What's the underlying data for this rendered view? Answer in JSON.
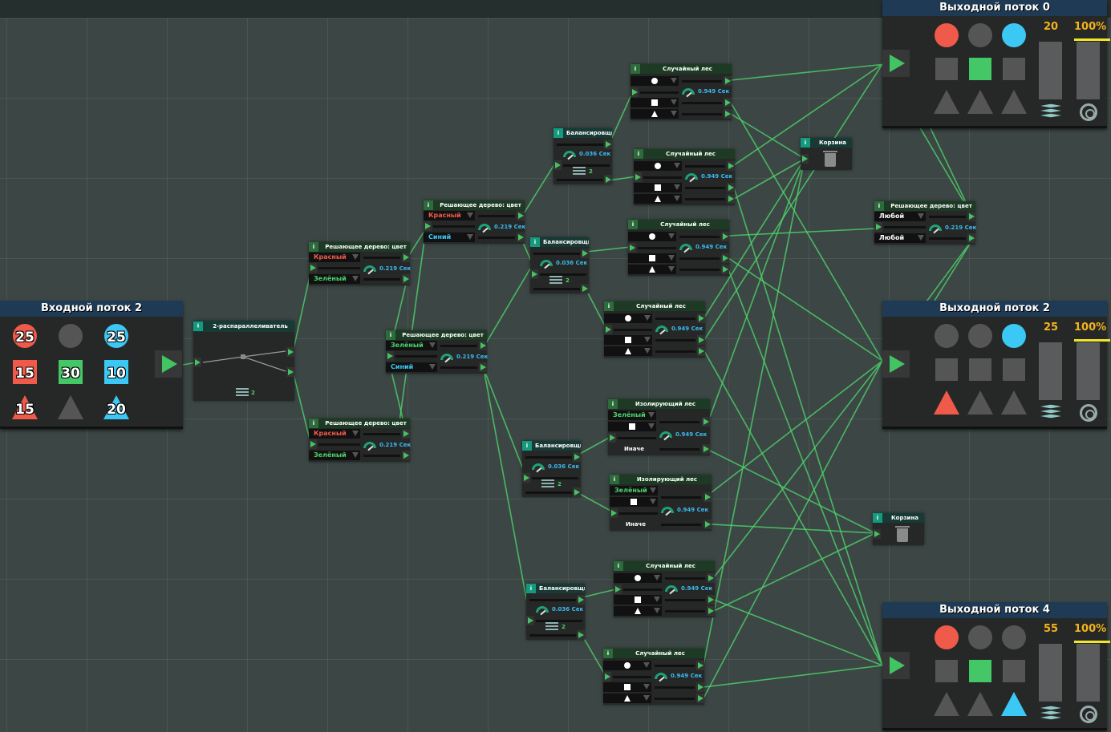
{
  "input_stream": {
    "title": "Входной поток 2",
    "grid": [
      {
        "shape": "circle",
        "color": "#f05a4a",
        "count": "25"
      },
      {
        "shape": "circle",
        "color": "#555555",
        "count": ""
      },
      {
        "shape": "circle",
        "color": "#3cc8f5",
        "count": "25"
      },
      {
        "shape": "square",
        "color": "#f05a4a",
        "count": "15"
      },
      {
        "shape": "square",
        "color": "#44c767",
        "count": "30"
      },
      {
        "shape": "square",
        "color": "#3cc8f5",
        "count": "10"
      },
      {
        "shape": "triangle",
        "color": "#f05a4a",
        "count": "15"
      },
      {
        "shape": "triangle",
        "color": "#555555",
        "count": ""
      },
      {
        "shape": "triangle",
        "color": "#3cc8f5",
        "count": "20"
      }
    ]
  },
  "parallelizer": {
    "title": "2-распараллеливатель",
    "count": "2"
  },
  "decision_trees": [
    {
      "title": "Решающее дерево: цвет",
      "out1": "Красный",
      "out1_color": "red",
      "out2": "Зелёный",
      "out2_color": "green",
      "time": "0.219 Сек"
    },
    {
      "title": "Решающее дерево: цвет",
      "out1": "Красный",
      "out1_color": "red",
      "out2": "Синий",
      "out2_color": "blue",
      "time": "0.219 Сек"
    },
    {
      "title": "Решающее дерево: цвет",
      "out1": "Зелёный",
      "out1_color": "green",
      "out2": "Синий",
      "out2_color": "blue",
      "time": "0.219 Сек"
    },
    {
      "title": "Решающее дерево: цвет",
      "out1": "Красный",
      "out1_color": "red",
      "out2": "Зелёный",
      "out2_color": "green",
      "time": "0.219 Сек"
    },
    {
      "title": "Решающее дерево: цвет",
      "out1": "Любой",
      "out1_color": "white",
      "out2": "Любой",
      "out2_color": "white",
      "time": "0.219 Сек"
    }
  ],
  "balancers": [
    {
      "title": "Балансировщик",
      "time": "0.036 Сек",
      "count": "2"
    },
    {
      "title": "Балансировщик",
      "time": "0.036 Сек",
      "count": "2"
    },
    {
      "title": "Балансировщик",
      "time": "0.036 Сек",
      "count": "2"
    },
    {
      "title": "Балансировщик",
      "time": "0.036 Сек",
      "count": "2"
    }
  ],
  "random_forests": [
    {
      "title": "Случайный лес",
      "time": "0.949 Сек"
    },
    {
      "title": "Случайный лес",
      "time": "0.949 Сек"
    },
    {
      "title": "Случайный лес",
      "time": "0.949 Сек"
    },
    {
      "title": "Случайный лес",
      "time": "0.949 Сек"
    },
    {
      "title": "Случайный лес",
      "time": "0.949 Сек"
    },
    {
      "title": "Случайный лес",
      "time": "0.949 Сек"
    }
  ],
  "isolation_forests": [
    {
      "title": "Изолирующий лес",
      "label": "Зелёный",
      "else": "Иначе",
      "time": "0.949 Сек"
    },
    {
      "title": "Изолирующий лес",
      "label": "Зелёный",
      "else": "Иначе",
      "time": "0.949 Сек"
    }
  ],
  "baskets": [
    {
      "title": "Корзина"
    },
    {
      "title": "Корзина"
    }
  ],
  "output_streams": [
    {
      "title": "Выходной поток 0",
      "count": "20",
      "percent": "100%",
      "grid": [
        "#f05a4a",
        "#555555",
        "#3cc8f5",
        "#555555",
        "#44c767",
        "#555555",
        "#555555",
        "#555555",
        "#555555"
      ]
    },
    {
      "title": "Выходной поток 2",
      "count": "25",
      "percent": "100%",
      "grid": [
        "#555555",
        "#555555",
        "#3cc8f5",
        "#555555",
        "#555555",
        "#555555",
        "#f05a4a",
        "#555555",
        "#555555"
      ]
    },
    {
      "title": "Выходной поток 4",
      "count": "55",
      "percent": "100%",
      "grid": [
        "#f05a4a",
        "#555555",
        "#555555",
        "#555555",
        "#44c767",
        "#555555",
        "#555555",
        "#555555",
        "#3cc8f5"
      ]
    }
  ]
}
